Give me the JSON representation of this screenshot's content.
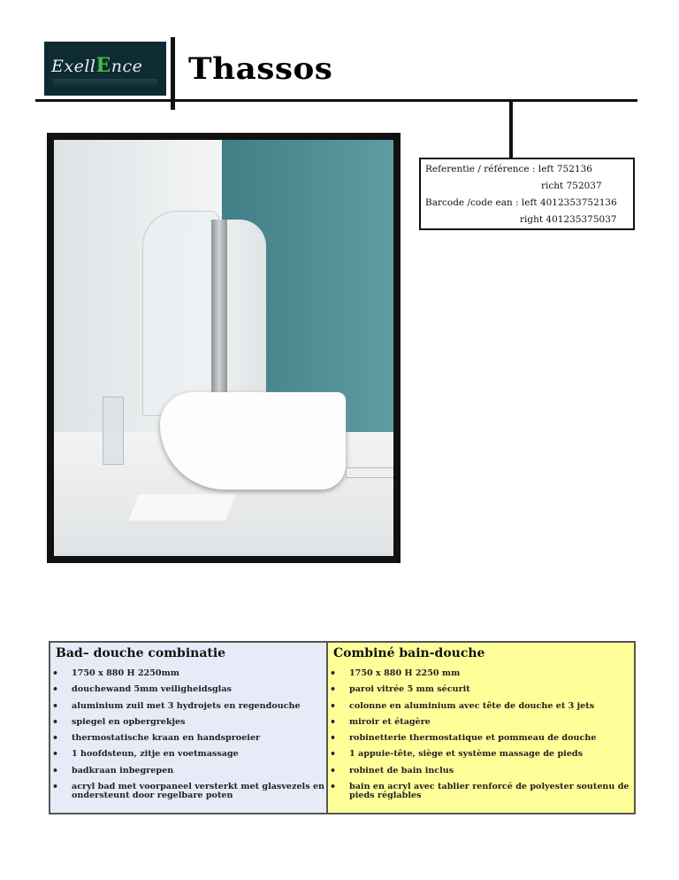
{
  "logo": {
    "text_before": "Exell",
    "accent_letter": "E",
    "text_after": "nce",
    "brand_name": "Exellence"
  },
  "title": "Thassos",
  "reference": {
    "line1": "Referentie / référence : left 752136",
    "line2": "richt 752037",
    "line3": "Barcode /code ean : left 4012353752136",
    "line4": "right 401235375037"
  },
  "specs": {
    "nl": {
      "heading": "Bad– douche combinatie",
      "items": [
        "1750 x 880  H 2250mm",
        "douchewand 5mm  veiligheidsglas",
        "aluminium zuil met 3 hydrojets en regendouche",
        "spiegel en opbergrekjes",
        "thermostatische kraan en handsproeier",
        "1 hoofdsteun, zitje en voetmassage",
        "badkraan inbegrepen",
        "acryl bad met voorpaneel versterkt met glasvezels en  ondersteunt door regelbare poten"
      ]
    },
    "fr": {
      "heading": "Combiné bain-douche",
      "items": [
        "1750 x 880 H 2250 mm",
        "paroi vitrée 5 mm sécurit",
        "colonne en aluminium avec tête de douche et 3 jets",
        "miroir et étagère",
        "robinetterie thermostatique et pommeau de douche",
        "1 appuie-tête, siège et système massage de pieds",
        "robinet de bain inclus",
        "bain en acryl avec tablier renforcé de polyester soutenu de pieds réglables"
      ]
    }
  },
  "colors": {
    "nl_bg": "#e7ebf7",
    "fr_bg": "#ffff99",
    "logo_bg": "#0e2a33",
    "logo_accent": "#3fbf3a"
  }
}
